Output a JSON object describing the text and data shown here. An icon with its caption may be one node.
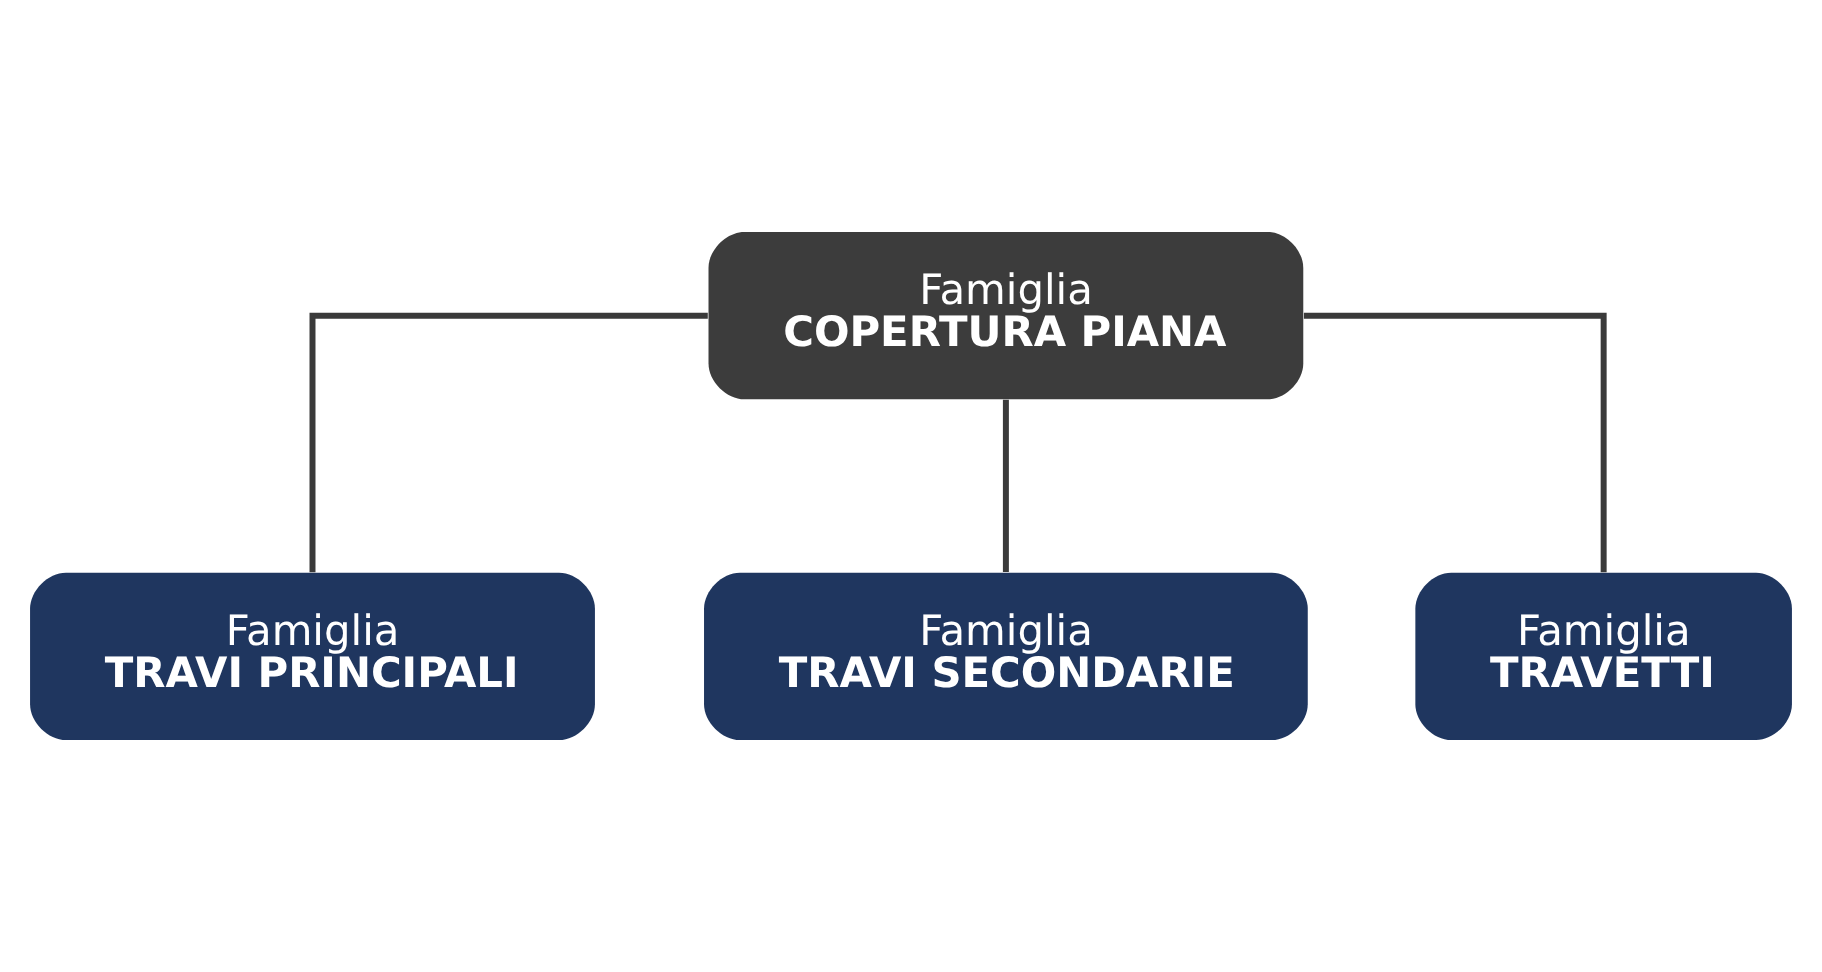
{
  "diagram": {
    "nodes": [
      {
        "text": [
          "Famiglia",
          "COPERTURA PIANA"
        ]
      },
      {
        "text": [
          "Famiglia",
          "TRAVI PRINCIPALI"
        ]
      },
      {
        "text": [
          "Famiglia",
          "TRAVI SECONDARIE"
        ]
      },
      {
        "text": [
          "Famiglia",
          "TRAVETTI"
        ]
      }
    ],
    "edges": [
      {
        "from": 0,
        "to": 1,
        "arrow": "none"
      },
      {
        "from": 0,
        "to": 2,
        "arrow": "none"
      },
      {
        "from": 0,
        "to": 3,
        "arrow": "none"
      }
    ]
  }
}
